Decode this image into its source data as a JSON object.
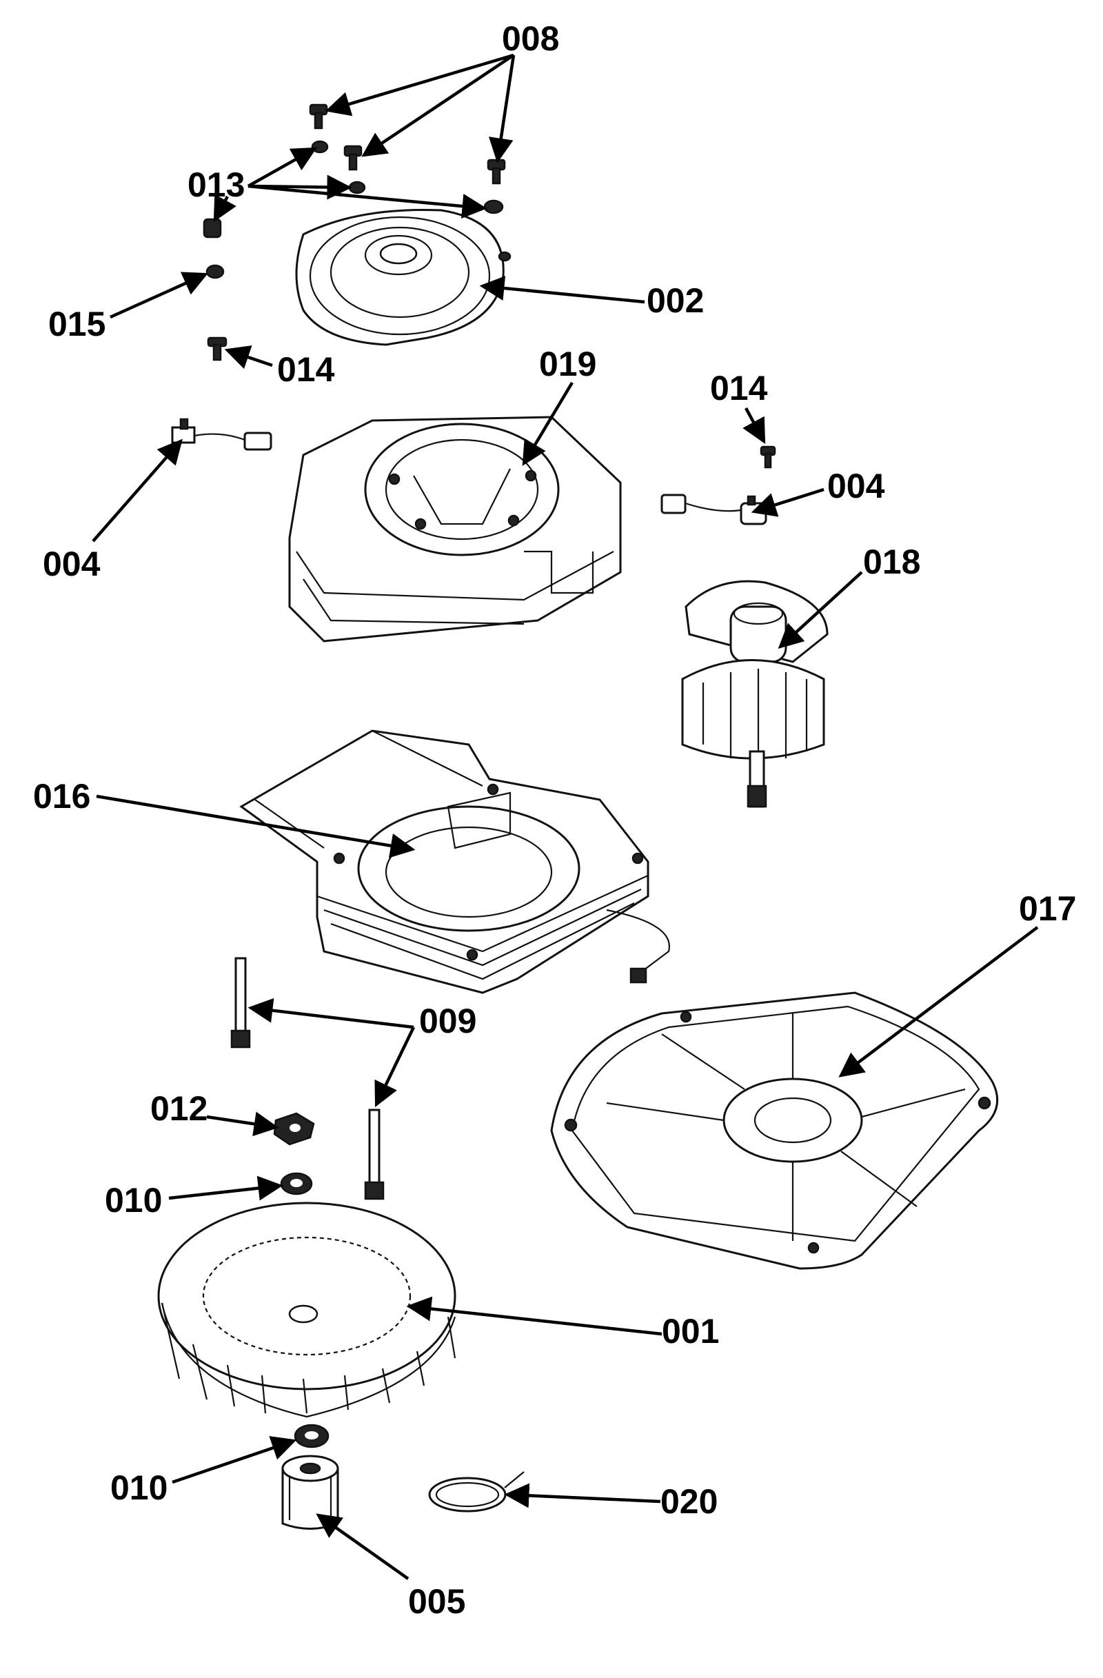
{
  "callouts": {
    "c008": "008",
    "c013": "013",
    "c015": "015",
    "c002": "002",
    "c014a": "014",
    "c019": "019",
    "c014b": "014",
    "c004a": "004",
    "c004b": "004",
    "c018": "018",
    "c016": "016",
    "c017": "017",
    "c009": "009",
    "c012": "012",
    "c010a": "010",
    "c001": "001",
    "c010b": "010",
    "c020": "020",
    "c005": "005"
  }
}
